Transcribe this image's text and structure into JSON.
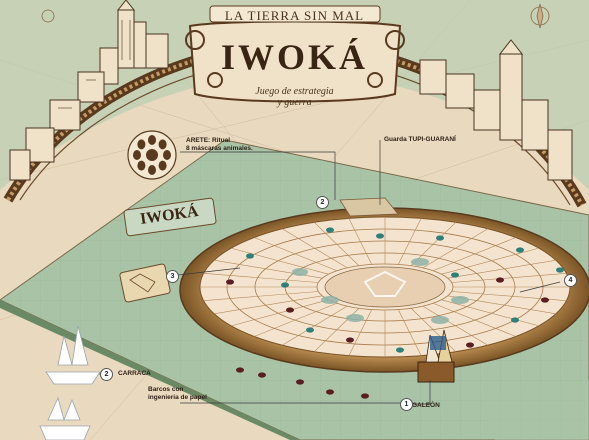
{
  "header": {
    "subtitle": "LA TIERRA SIN MAL",
    "title": "IWOKÁ",
    "tagline_line1": "Juego de estrategia",
    "tagline_line2": "y guerra"
  },
  "callouts": {
    "arete_title": "ARETE: Ritual",
    "arete_desc": "8 máscaras animales.",
    "guarda": "Guarda TUPI-GUARANÍ",
    "carraca": "CARRACA",
    "barcos_line1": "Barcos con",
    "barcos_line2": "ingeniería de papel",
    "galeon": "GALEÓN"
  },
  "markers": [
    "1",
    "2",
    "2",
    "3",
    "4"
  ],
  "board": {
    "logo": "IWOKÁ"
  },
  "colors": {
    "parchment": "#e9d9bf",
    "sea_green": "#a8c3a6",
    "board_rings": "#f4e4cf",
    "frame_brown": "#6b4a2a",
    "token_teal": "#2f7f7a",
    "token_maroon": "#5a1e22"
  }
}
